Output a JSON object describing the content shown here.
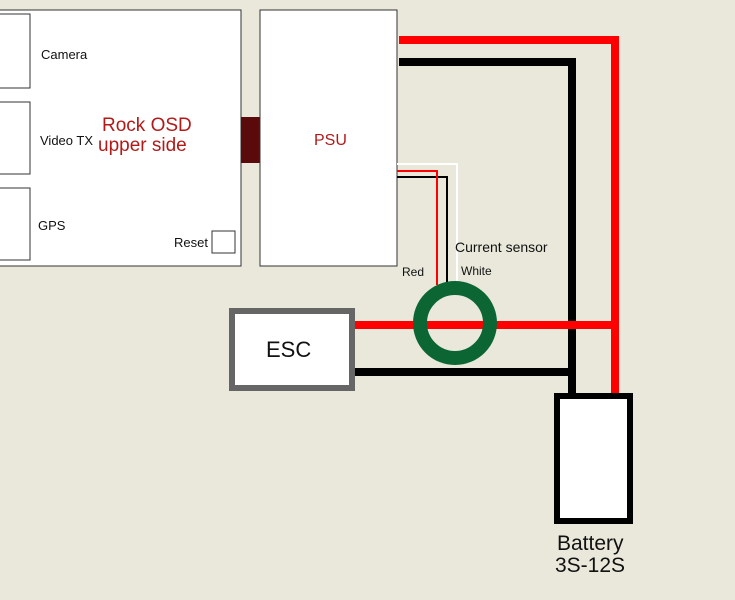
{
  "osd": {
    "title_line1": "Rock OSD",
    "title_line2": "upper side",
    "ports": {
      "camera": "Camera",
      "video_tx": "Video TX",
      "gps": "GPS"
    },
    "reset_label": "Reset"
  },
  "psu": {
    "label": "PSU"
  },
  "sensor": {
    "label": "Current sensor",
    "red_wire": "Red",
    "white_wire": "White"
  },
  "esc": {
    "label": "ESC"
  },
  "battery": {
    "label_line1": "Battery",
    "label_line2": "3S-12S"
  },
  "colors": {
    "background": "#e9e8db",
    "wire_positive": "#ff0000",
    "wire_negative": "#000000",
    "sensor_ring": "#0c6633",
    "osd_text": "#b21a1a",
    "connector": "#5a0a0a",
    "box_border": "#666666"
  }
}
